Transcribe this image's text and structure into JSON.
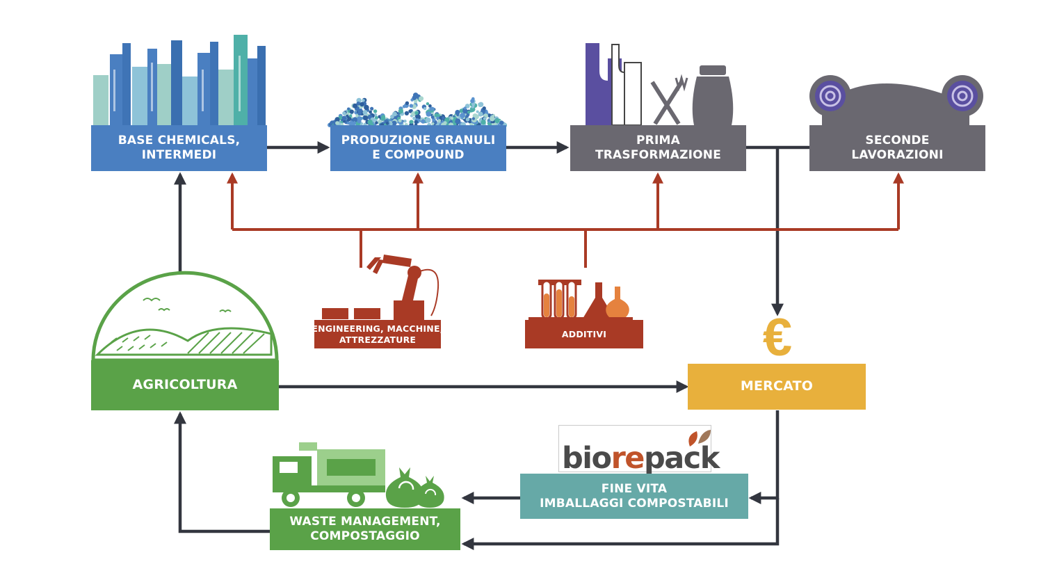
{
  "nodes": {
    "base_chemicals": {
      "line1": "BASE CHEMICALS,",
      "line2": "INTERMEDI"
    },
    "granuli": {
      "line1": "PRODUZIONE GRANULI",
      "line2": "E COMPOUND"
    },
    "prima": {
      "line1": "PRIMA",
      "line2": "TRASFORMAZIONE"
    },
    "seconde": {
      "line1": "SECONDE",
      "line2": "LAVORAZIONI"
    },
    "engineering": {
      "line1": "ENGINEERING, MACCHINE,",
      "line2": "ATTREZZATURE"
    },
    "additivi": {
      "line1": "ADDITIVI"
    },
    "agricoltura": {
      "line1": "AGRICOLTURA"
    },
    "mercato": {
      "line1": "MERCATO"
    },
    "fine_vita": {
      "line1": "FINE VITA",
      "line2": "IMBALLAGGI COMPOSTABILI"
    },
    "waste": {
      "line1": "WASTE MANAGEMENT,",
      "line2": "COMPOSTAGGIO"
    }
  },
  "logo": {
    "part1": "bio",
    "part2": "re",
    "part3": "pack"
  },
  "symbols": {
    "euro": "€"
  },
  "colors": {
    "blue": "#4a7fc1",
    "grey": "#6a6870",
    "dark_red": "#a93a25",
    "green": "#5aa248",
    "yellow": "#e8b03c",
    "teal": "#66a9a7",
    "arrow_dark": "#33363f",
    "arrow_red": "#a93a25"
  },
  "icons": [
    "factory-skyline-icon",
    "granules-pile-icon",
    "bag-cutlery-jar-icon",
    "fabric-rolls-icon",
    "robot-arm-icon",
    "lab-flasks-icon",
    "farm-fields-dome-icon",
    "euro-icon",
    "garbage-truck-icon",
    "compost-bags-icon"
  ]
}
